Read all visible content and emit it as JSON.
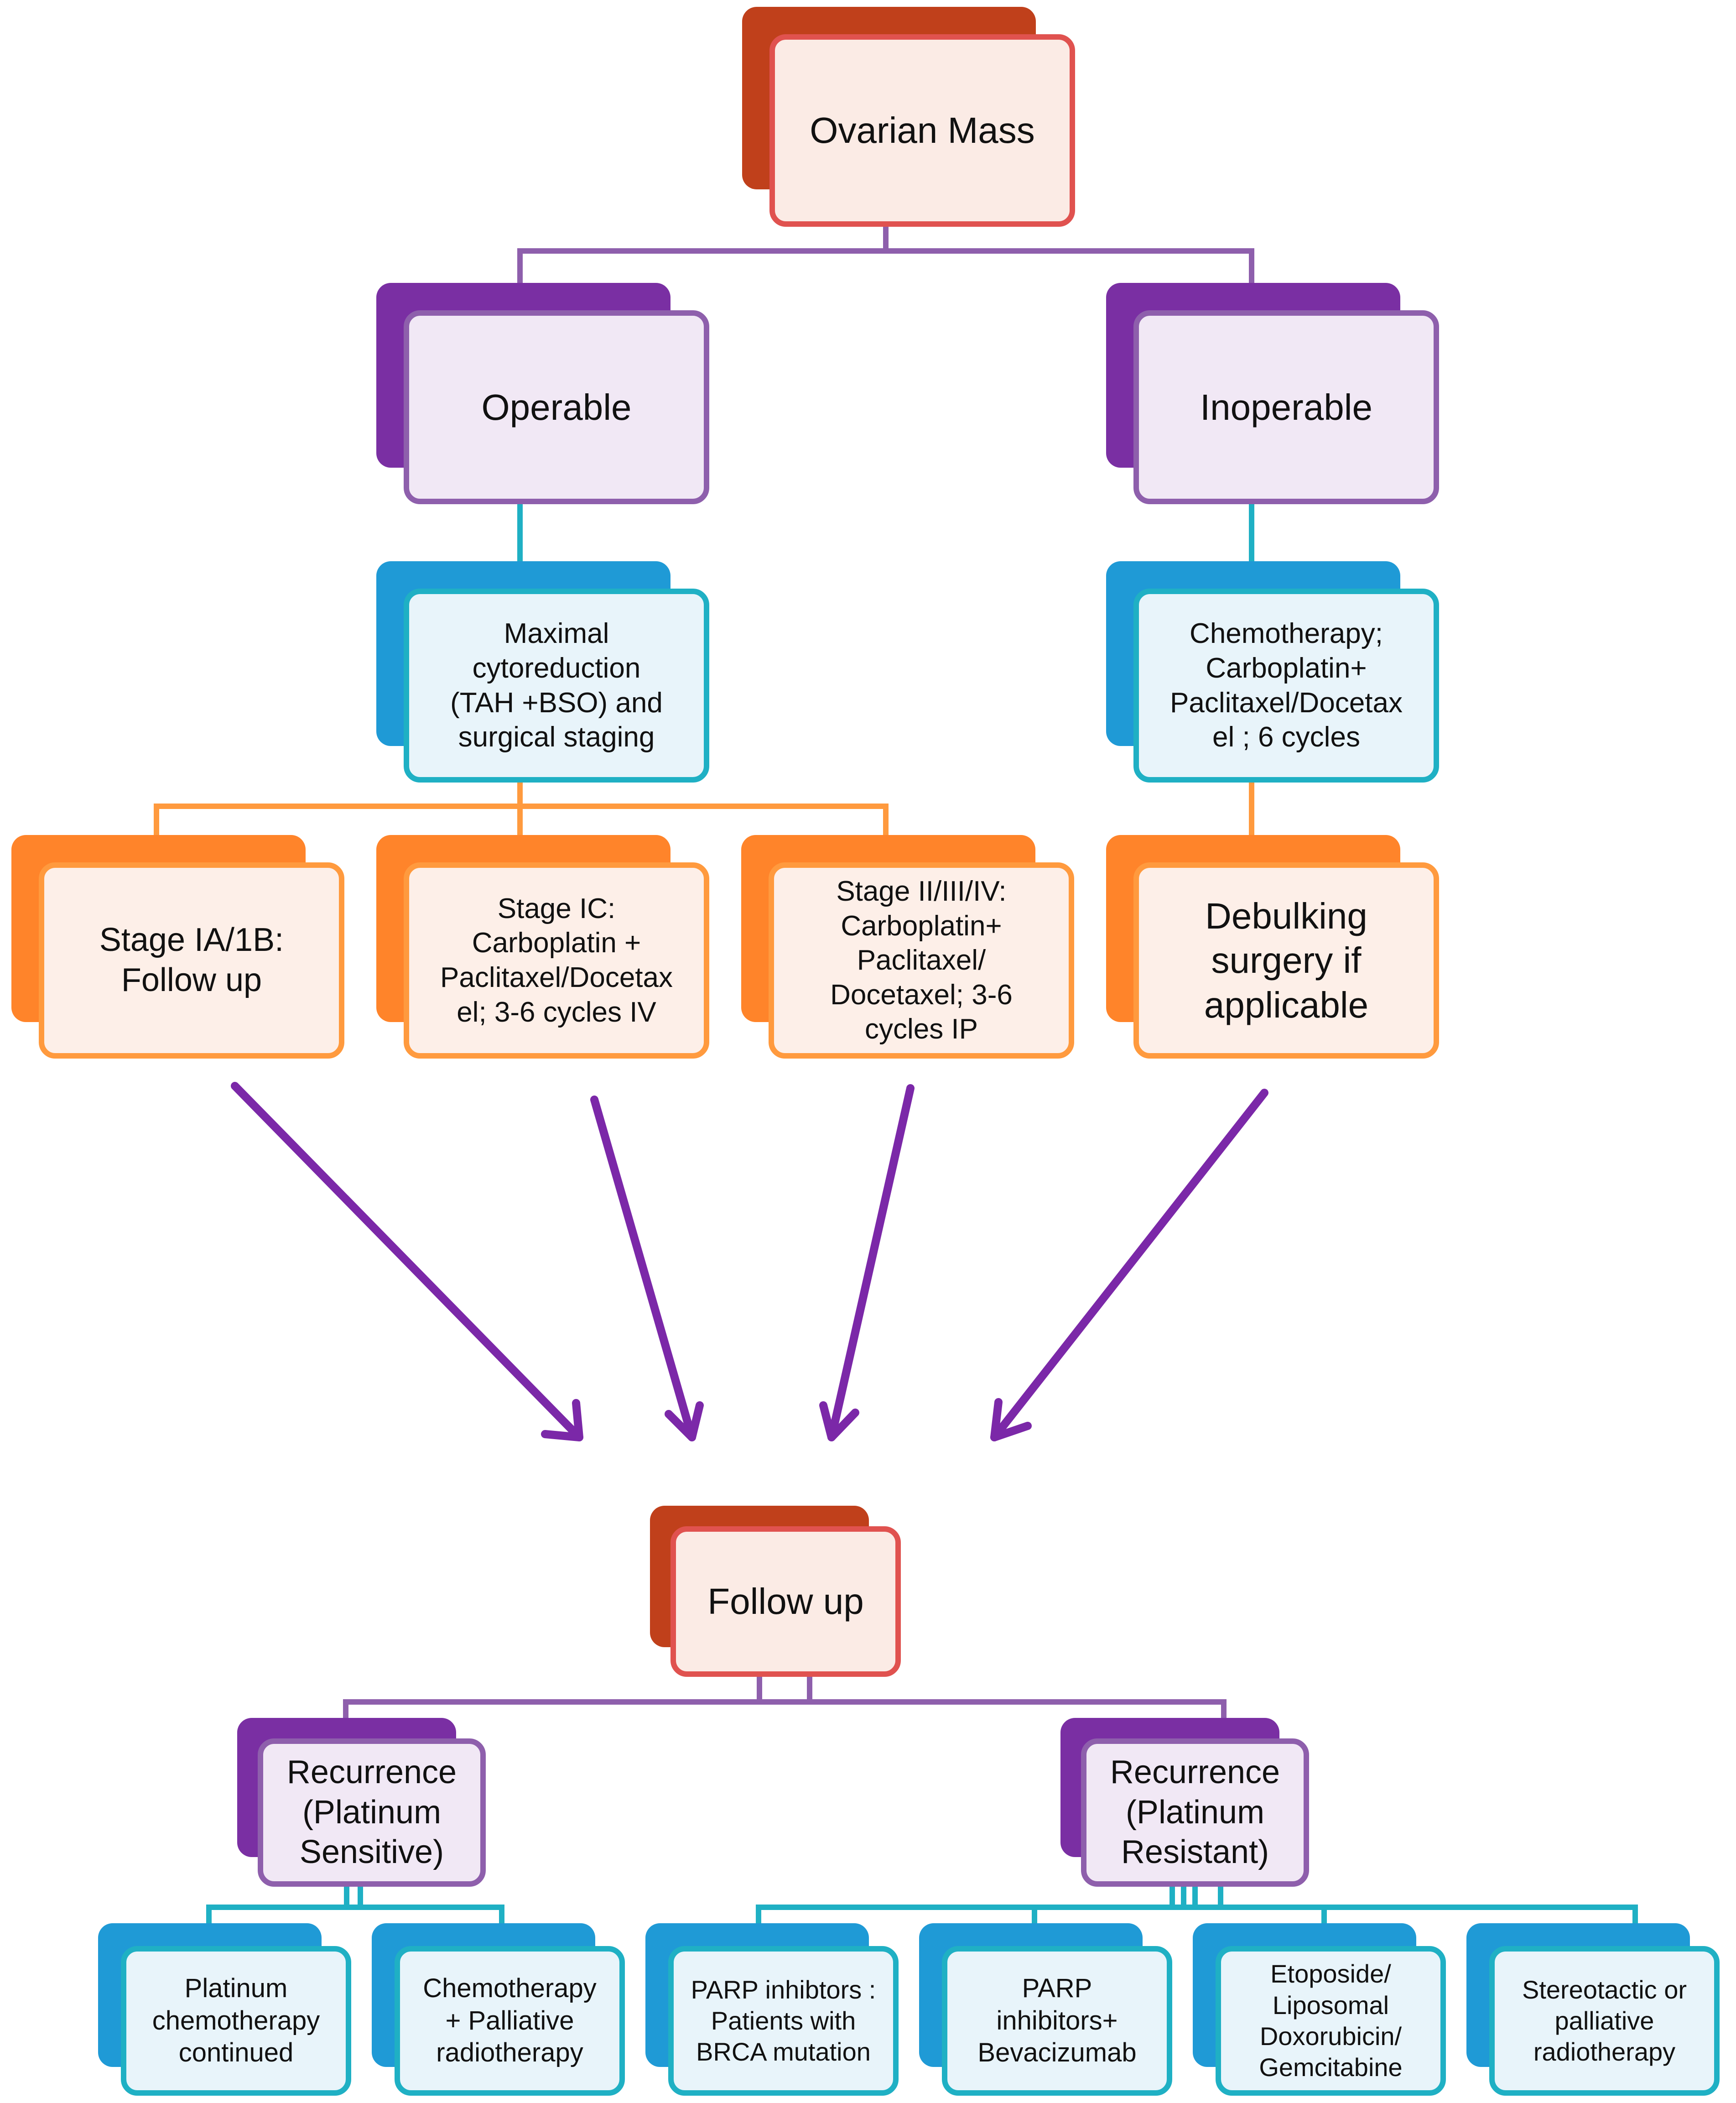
{
  "colors": {
    "red_back": "#c0401b",
    "red_border": "#e0524f",
    "purple_back": "#7a2fa3",
    "purple_border": "#8e5fac",
    "blue_back": "#1f9ad6",
    "blue_border": "#1fb0c4",
    "orange_back": "#ff842a",
    "orange_border": "#ff9a3e",
    "arrow": "#7b28a8"
  },
  "nodes": {
    "ovarian_mass": "Ovarian Mass",
    "operable": "Operable",
    "inoperable": "Inoperable",
    "maximal_cytoreduction": "Maximal\ncytoreduction\n(TAH +BSO) and\nsurgical staging",
    "chemotherapy_inoperable": "Chemotherapy;\nCarboplatin+\nPaclitaxel/Docetax\nel ; 6 cycles",
    "stage_ia_ib": "Stage IA/1B:\nFollow up",
    "stage_ic": "Stage IC:\nCarboplatin +\nPaclitaxel/Docetax\nel; 3-6 cycles IV",
    "stage_ii_iv": "Stage II/III/IV:\nCarboplatin+\nPaclitaxel/\nDocetaxel; 3-6\ncycles IP",
    "debulking": "Debulking\nsurgery if\napplicable",
    "follow_up": "Follow up",
    "recurrence_sensitive": "Recurrence\n(Platinum\nSensitive)",
    "recurrence_resistant": "Recurrence\n(Platinum\nResistant)",
    "platinum_continued": "Platinum\nchemotherapy\ncontinued",
    "chemo_palliative": "Chemotherapy\n+ Palliative\nradiotherapy",
    "parp_brca": "PARP inhibtors :\nPatients with\nBRCA mutation",
    "parp_bev": "PARP\ninhibitors+\nBevacizumab",
    "etoposide": "Etoposide/\nLiposomal\nDoxorubicin/\nGemcitabine",
    "stereotactic": "Stereotactic or\npalliative\nradiotherapy"
  }
}
